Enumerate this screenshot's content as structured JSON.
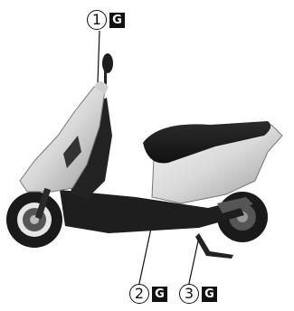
{
  "callouts": [
    {
      "number": "1",
      "badge": "G"
    },
    {
      "number": "2",
      "badge": "G"
    },
    {
      "number": "3",
      "badge": "G"
    }
  ],
  "illustration": {
    "subject": "scooter-side-view"
  },
  "colors": {
    "ink": "#111111",
    "badge_bg": "#111111",
    "badge_text": "#ffffff"
  }
}
